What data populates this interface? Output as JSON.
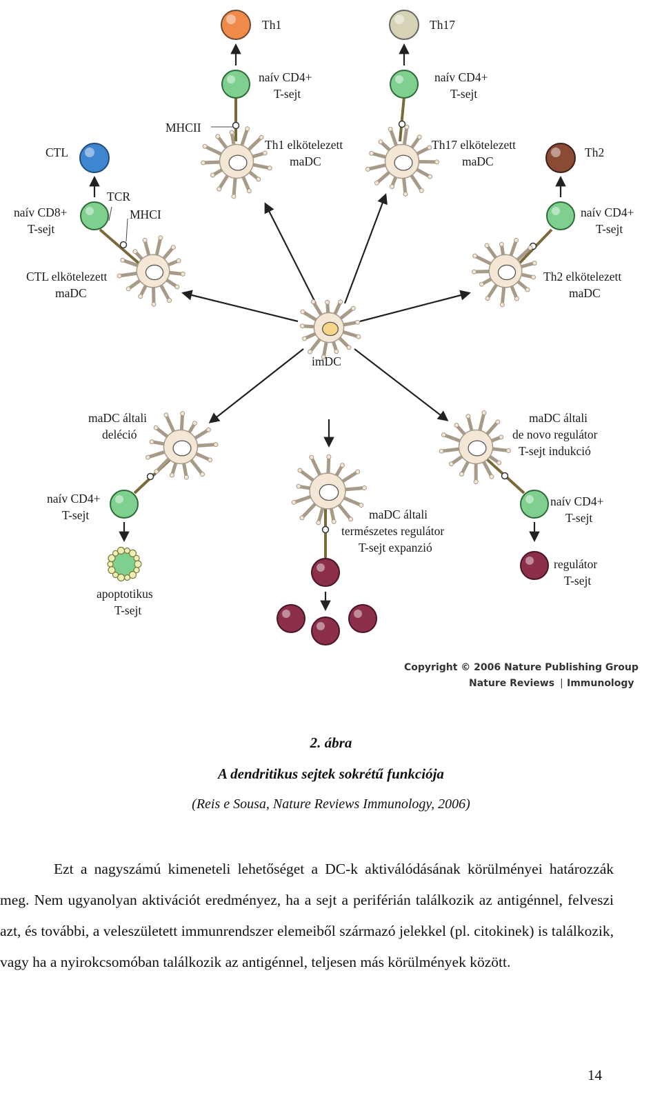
{
  "figure": {
    "labels": {
      "th1": "Th1",
      "th17": "Th17",
      "th2": "Th2",
      "ctl": "CTL",
      "naive_cd4_l1": "naív CD4+",
      "t_sejt": "T-sejt",
      "naive_cd8_l1": "naív CD8+",
      "mhcii": "MHCII",
      "mhci": "MHCI",
      "tcr": "TCR",
      "th1_dc_l1": "Th1 elkötelezett",
      "th17_dc_l1": "Th17 elkötelezett",
      "th2_dc_l1": "Th2 elkötelezett",
      "ctl_dc_l1": "CTL elkötelezett",
      "madc": "maDC",
      "imdc": "imDC",
      "deletion_l1": "maDC általi",
      "deletion_l2": "deléció",
      "apoptotic_l1": "apoptotikus",
      "natural_l1": "maDC általi",
      "natural_l2": "természetes regulátor",
      "natural_l3": "T-sejt expanzió",
      "denovo_l1": "maDC általi",
      "denovo_l2": "de novo regulátor",
      "denovo_l3": "T-sejt indukció",
      "regulator_l1": "regulátor"
    },
    "copyright": "Copyright © 2006 Nature Publishing Group",
    "journal_brand": "Nature Reviews",
    "journal_name": "Immunology",
    "colors": {
      "th1": "#f08a4b",
      "th17": "#d6d2b6",
      "th2": "#8a4a34",
      "ctl": "#3f86d0",
      "naive": "#7fcf8e",
      "regulator": "#8c2f4b",
      "dc_body": "#f4e7d6",
      "dc_edge": "#a89a88",
      "imdc_nucleus": "#f7d68a"
    }
  },
  "caption": {
    "number": "2. ábra",
    "title": "A dendritikus sejtek sokrétű funkciója",
    "source": "(Reis e Sousa, Nature Reviews Immunology, 2006)"
  },
  "body": {
    "paragraph": "Ezt a nagyszámú kimeneteli lehetőséget a DC-k aktiválódásának körülményei határozzák meg. Nem ugyanolyan aktivációt eredményez, ha a sejt a periférián találkozik az antigénnel, felveszi azt, és további, a veleszületett immunrendszer elemeiből származó jelekkel (pl. citokinek) is találkozik, vagy ha a nyirokcsomóban találkozik az antigénnel, teljesen más körülmények között."
  },
  "page_number": "14"
}
